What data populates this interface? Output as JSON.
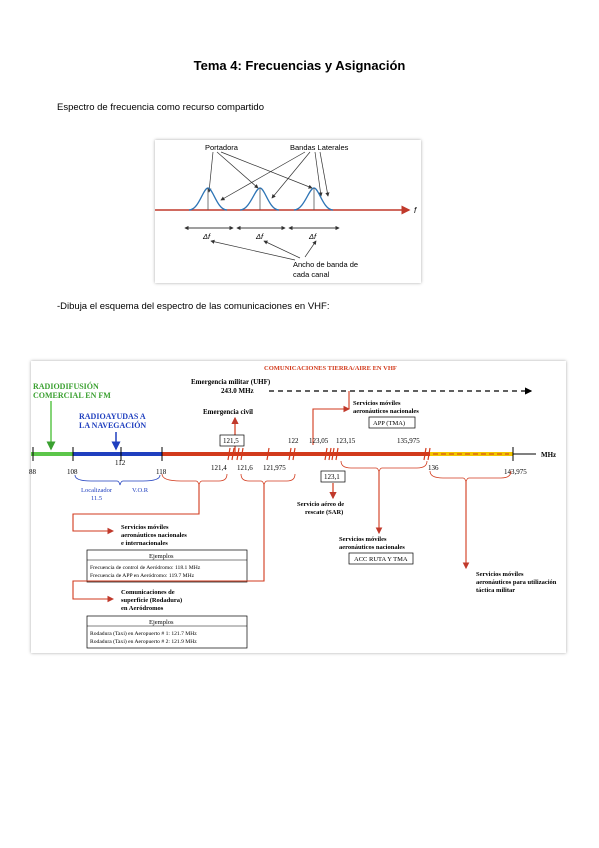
{
  "heading": {
    "title": "Tema 4: Frecuencias y Asignación"
  },
  "paragraphs": {
    "spectrum_intro": "Espectro de frecuencia como recurso compartido",
    "vhf_intro": "-Dibuja el esquema del espectro de las comunicaciones en VHF:"
  },
  "figure1": {
    "portadora": "Portadora",
    "bandas_laterales": "Bandas Laterales",
    "f_axis": "f",
    "delta_f": "Δf",
    "ancho_line1": "Ancho de banda de",
    "ancho_line2": "cada canal"
  },
  "figure2": {
    "radiodifusion_1": "RADIODIFUSIÓN",
    "radiodifusion_2": "COMERCIAL EN FM",
    "radioayudas_1": "RADIOAYUDAS  A",
    "radioayudas_2": "LA NAVEGACIÓN",
    "tierra_aire": "COMUNICACIONES TIERRA/AIRE EN VHF",
    "emergencia_militar": "Emergencia militar (UHF)",
    "freq_243": "243.0 MHz",
    "emergencia_civil": "Emergencia civil",
    "svc_nac_1": "Servicios móviles",
    "svc_nac_2": "aeronáuticos nacionales",
    "app_tma": "APP (TMA)",
    "mhz": "MHz",
    "ticks": {
      "t88": "88",
      "t108": "108",
      "t112": "112",
      "t118": "118",
      "t121_4": "121,4",
      "t121_5": "121,5",
      "t121_6": "121,6",
      "t121_975": "121,975",
      "t122": "122",
      "t123_05": "123,05",
      "t123_15": "123,15",
      "t135_975": "135,975",
      "t136": "136",
      "t143_975": "143,975"
    },
    "localizador": "Localizador",
    "loc_freq": "11.5",
    "vor": "V.O.R",
    "box_123_1": "123,1",
    "sar_1": "Servicio aéreo de",
    "sar_2": "rescate (SAR)",
    "svc_int_1": "Servicios móviles",
    "svc_int_2": "aeronáuticos nacionales",
    "svc_int_3": "e internacionales",
    "ejemplos": "Ejemplos",
    "ex1_line1": "Frecuencia de control de Aeródromo: 118.1 MHz",
    "ex1_line2": "Frecuencia de APP en Aeródromo:       119.7 MHz",
    "svc_nac2_1": "Servicios móviles",
    "svc_nac2_2": "aeronáuticos nacionales",
    "acc_ruta": "ACC RUTA Y TMA",
    "svc_mil_1": "Servicios móviles",
    "svc_mil_2": "aeronáuticos para utilización",
    "svc_mil_3": "táctica militar",
    "com_sup_1": "Comunicaciones de",
    "com_sup_2": "superficie (Rodadura)",
    "com_sup_3": "en Aeródromos",
    "ex2_line1": "Rodadura (Taxi) en Aeropuerto # 1:  121.7 MHz",
    "ex2_line2": "Rodadura (Taxi) en Aeropuerto # 2:  121.9 MHz"
  },
  "colors": {
    "fm": "#5cc64a",
    "nav": "#1f3fbf",
    "vhf": "#d23a1c",
    "military": "#f2c500",
    "fig1_axis": "#c0392b",
    "fig1_curve": "#2e75b6"
  }
}
